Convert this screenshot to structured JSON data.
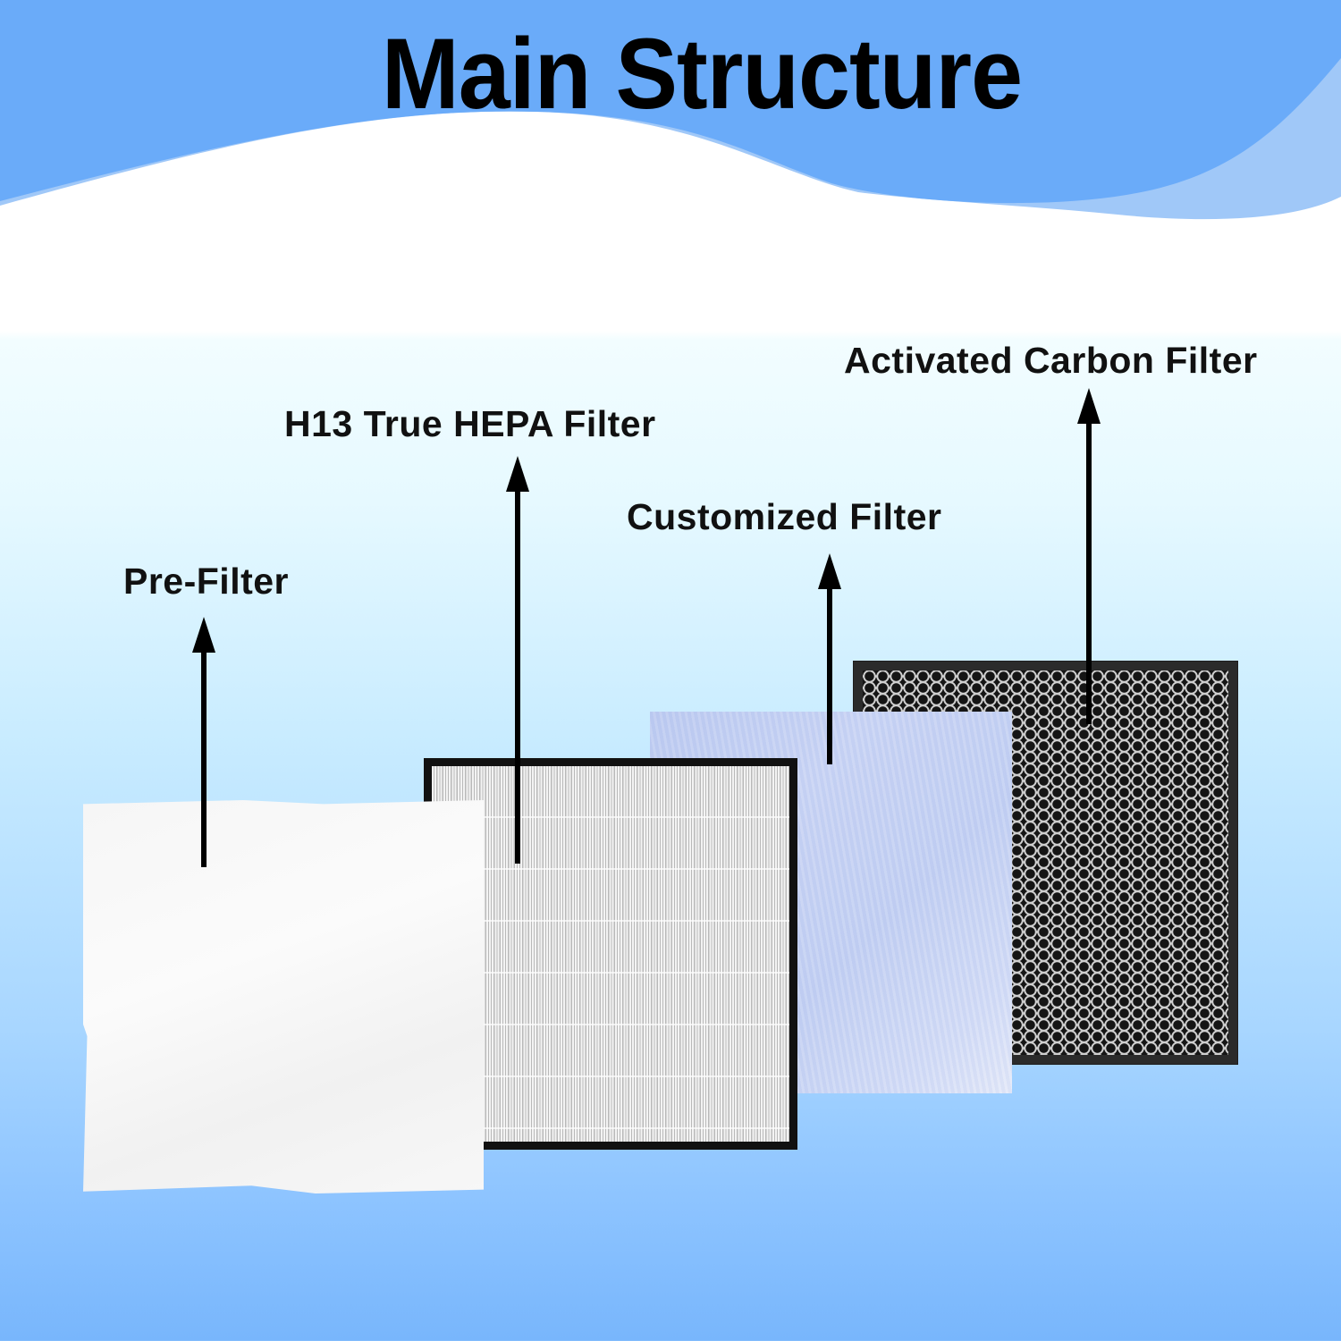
{
  "header": {
    "title": "Main Structure",
    "colors": {
      "wave_primary": "#6aabf9",
      "wave_secondary": "#a0c8f8",
      "background_bottom": "#78b6fc"
    }
  },
  "layers": [
    {
      "id": "pre-filter",
      "label": "Pre-Filter",
      "material": "white fiber mesh",
      "color": "#f6f6f6"
    },
    {
      "id": "hepa",
      "label": "H13 True HEPA Filter",
      "material": "pleated white paper in black frame",
      "color": "#efefef"
    },
    {
      "id": "customized",
      "label": "Customized Filter",
      "material": "light blue fiber pad",
      "color": "#c4d0f2"
    },
    {
      "id": "carbon",
      "label": "Activated Carbon Filter",
      "material": "black honeycomb carbon in dark frame",
      "color": "#1a1a1a"
    }
  ]
}
